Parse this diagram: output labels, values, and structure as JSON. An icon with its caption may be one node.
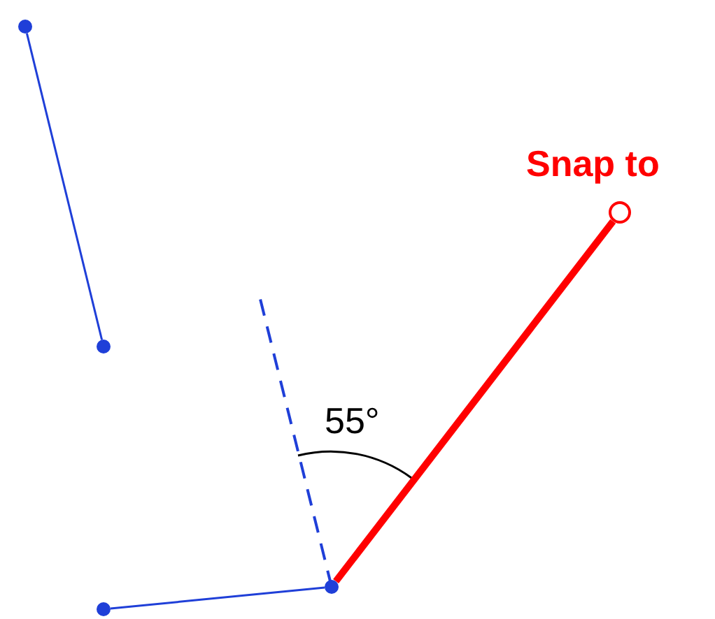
{
  "diagram": {
    "nodes": [
      {
        "text": [],
        "shape": "circle"
      },
      {
        "text": [],
        "shape": "circle"
      },
      {
        "text": [],
        "shape": "circle"
      },
      {
        "text": [],
        "shape": "circle"
      },
      {
        "text": [],
        "shape": "circle",
        "beside": [
          "Snap to"
        ]
      }
    ],
    "edges": [
      {
        "from": 0,
        "to": 1,
        "arrow": "none"
      },
      {
        "from": 2,
        "to": 3,
        "arrow": "none"
      },
      {
        "from": 3,
        "to": 4,
        "arrow": "none",
        "style": "thick",
        "color": "#ff0000"
      }
    ],
    "labels": [
      "55°"
    ]
  }
}
